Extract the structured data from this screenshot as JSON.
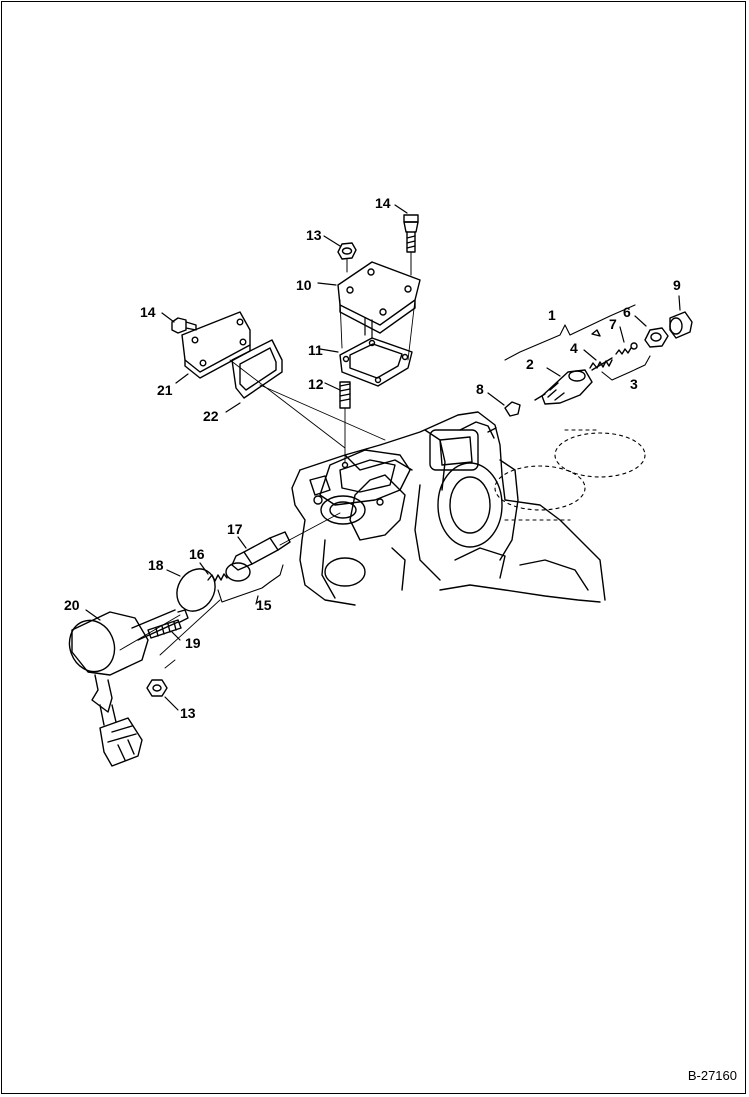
{
  "figure_id": "B-27160",
  "callouts": {
    "c1": "1",
    "c2": "2",
    "c3": "3",
    "c4": "4",
    "c6": "6",
    "c7": "7",
    "c8": "8",
    "c9": "9",
    "c10": "10",
    "c11": "11",
    "c12": "12",
    "c13_top": "13",
    "c13_bottom": "13",
    "c14_top": "14",
    "c14_left": "14",
    "c15": "15",
    "c16": "16",
    "c17": "17",
    "c18": "18",
    "c19": "19",
    "c20": "20",
    "c21": "21",
    "c22": "22"
  },
  "colors": {
    "line": "#000000",
    "background": "#ffffff"
  }
}
